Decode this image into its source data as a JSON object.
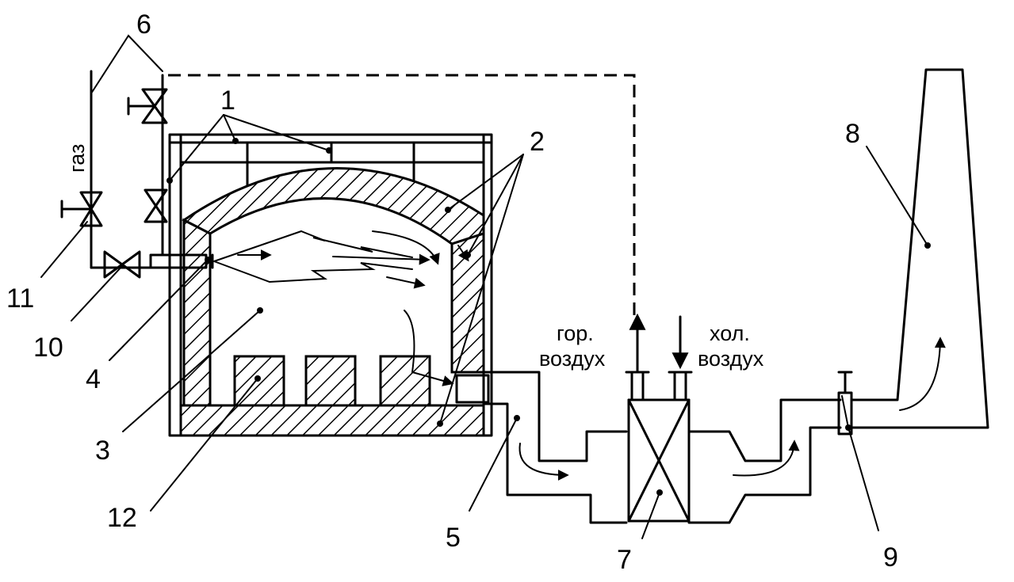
{
  "labels": {
    "n1": "1",
    "n2": "2",
    "n3": "3",
    "n4": "4",
    "n5": "5",
    "n6": "6",
    "n7": "7",
    "n8": "8",
    "n9": "9",
    "n10": "10",
    "n11": "11",
    "n12": "12",
    "gas": "газ",
    "hot_air_1": "гор.",
    "hot_air_2": "воздух",
    "cold_air_1": "хол.",
    "cold_air_2": "воздух"
  }
}
